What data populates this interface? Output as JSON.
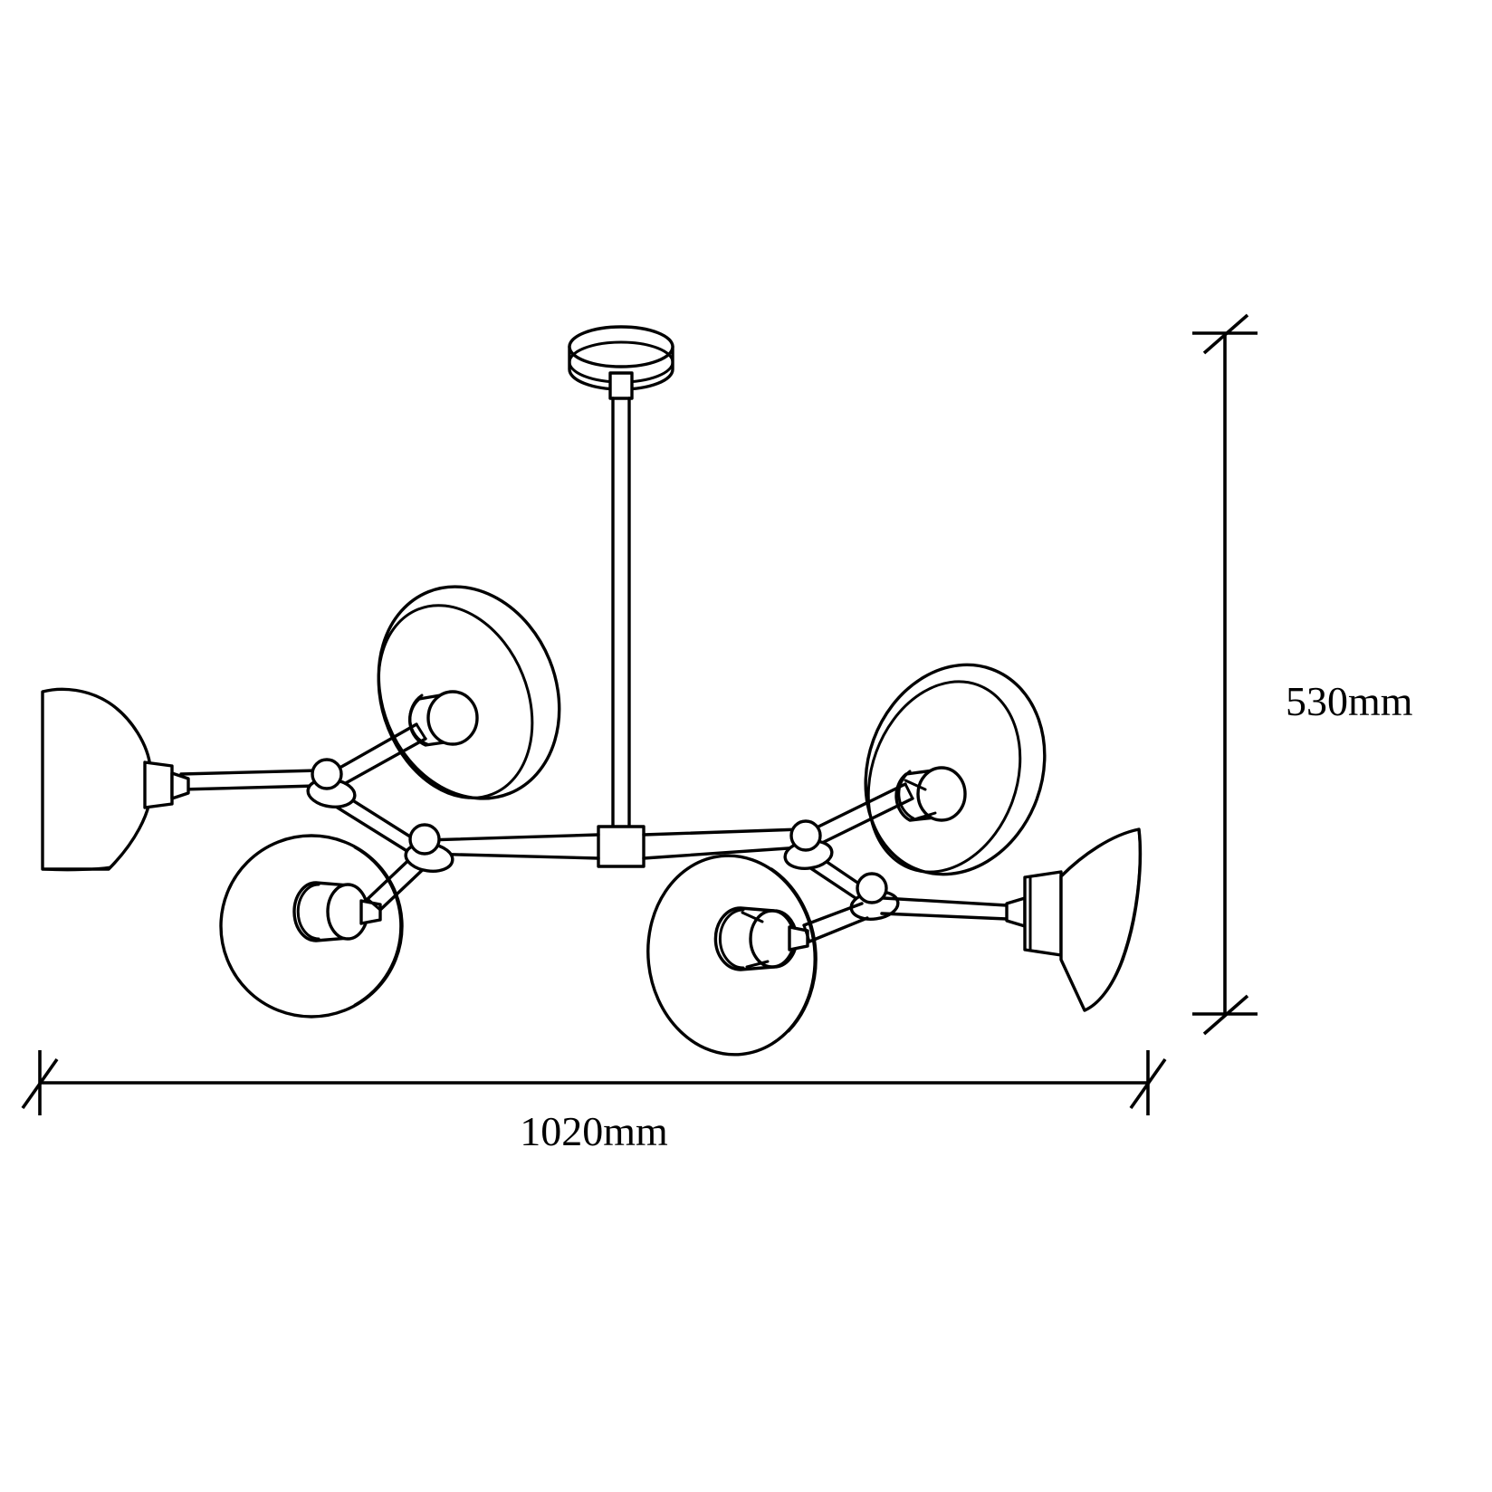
{
  "drawing": {
    "title": "Branching Chandelier Dimension Drawing",
    "kind": "product-line-drawing",
    "line_color": "#000000",
    "background_color": "#ffffff",
    "fill_color": "#ffffff"
  },
  "dimensions": {
    "width": {
      "label": "1020mm",
      "value": 1020,
      "unit": "mm",
      "orientation": "horizontal",
      "position": "bottom",
      "terminator": "architectural-tick"
    },
    "height": {
      "label": "530mm",
      "value": 530,
      "unit": "mm",
      "orientation": "vertical",
      "position": "right",
      "terminator": "architectural-tick"
    }
  },
  "fixture": {
    "name": "6-light branching chandelier",
    "parts": {
      "ceiling_canopy": "canopy-disc",
      "drop_rod": "vertical-stem",
      "center_block": "center-junction-block",
      "horizontal_bar": "horizontal-cross-bar",
      "joints": "ball-knuckle-joint",
      "arms": "angled-arm",
      "shades": "bell-shade",
      "sockets": "lamp-socket",
      "bulbs": "bulb"
    },
    "shade_count": 6,
    "shades": [
      {
        "id": "shade-far-left",
        "view": "profile-cone",
        "faces": "left"
      },
      {
        "id": "shade-upper-left",
        "view": "open-ellipse",
        "faces": "right-down",
        "has_bulb": true
      },
      {
        "id": "shade-lower-left",
        "view": "open-circle",
        "faces": "right",
        "has_bulb": true
      },
      {
        "id": "shade-upper-right",
        "view": "open-ellipse",
        "faces": "left-down",
        "has_bulb": true
      },
      {
        "id": "shade-lower-right",
        "view": "open-ellipse",
        "faces": "right",
        "has_bulb": true
      },
      {
        "id": "shade-far-right",
        "view": "profile-cone",
        "faces": "right"
      }
    ]
  }
}
